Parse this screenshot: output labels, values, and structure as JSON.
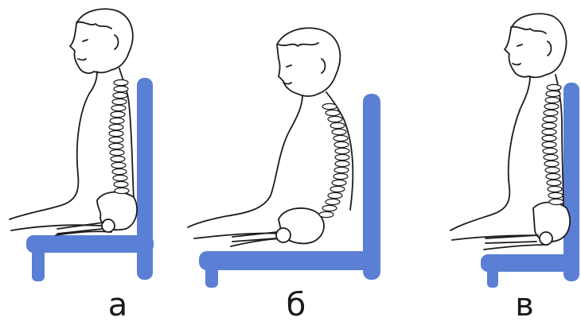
{
  "colors": {
    "chair": "#5b7fd4",
    "outline": "#1c1c1c",
    "background": "#ffffff"
  },
  "figures": [
    {
      "id": "a",
      "label": "а",
      "posture": "upright"
    },
    {
      "id": "b",
      "label": "б",
      "posture": "slouched"
    },
    {
      "id": "c",
      "label": "в",
      "posture": "leaning-back"
    }
  ]
}
